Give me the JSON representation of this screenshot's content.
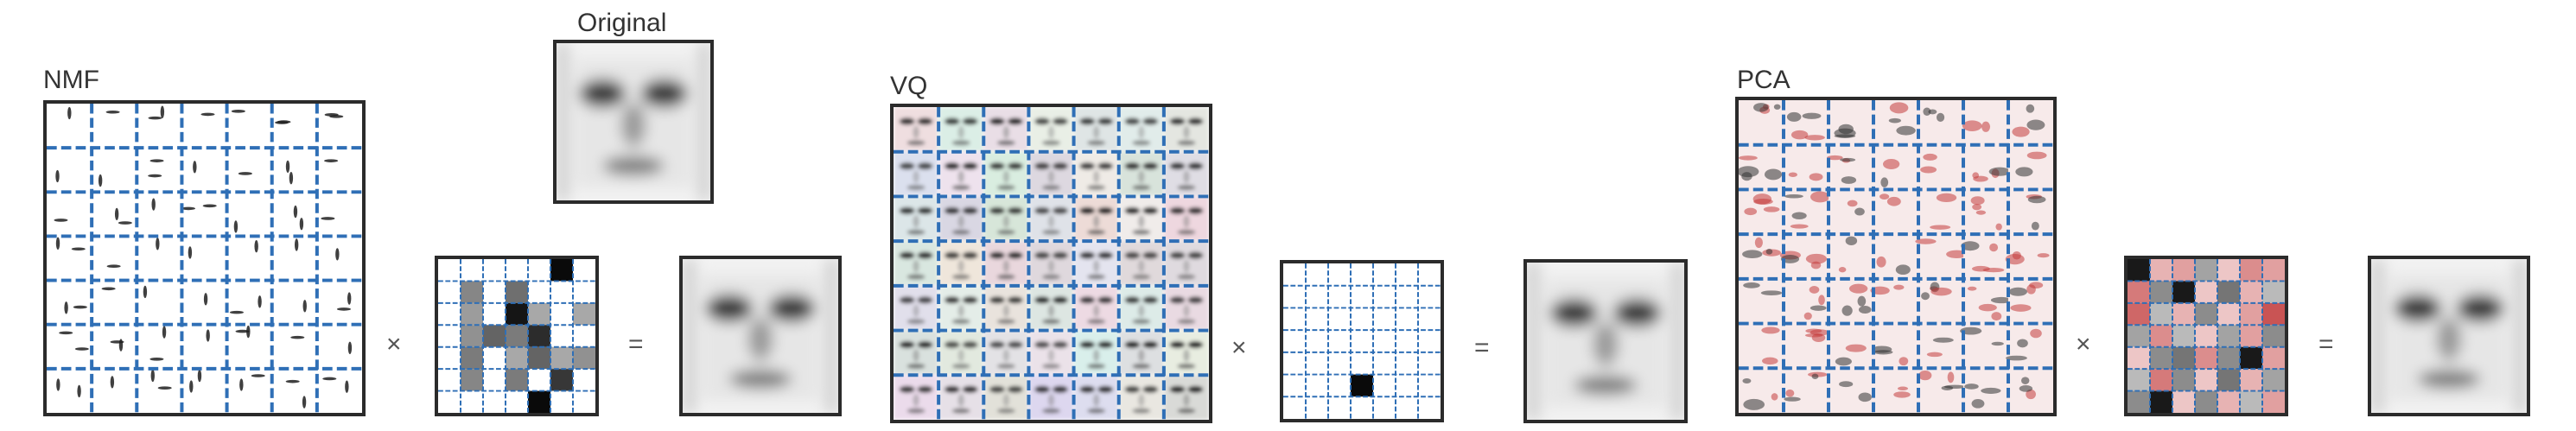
{
  "labels": {
    "nmf": "NMF",
    "original": "Original",
    "vq": "VQ",
    "pca": "PCA"
  },
  "operators": {
    "times": "×",
    "equals": "="
  },
  "grid": {
    "rows": 7,
    "cols": 7,
    "line_color": "#2f6fb6",
    "frame_color": "#2b2b2b"
  },
  "panels": {
    "nmf_basis": {
      "style": "sparse-parts"
    },
    "vq_basis": {
      "style": "whole-faces"
    },
    "pca_basis": {
      "style": "eigenfaces"
    },
    "nmf_encoding": {
      "values": [
        [
          0,
          0,
          0,
          0,
          0,
          1,
          0
        ],
        [
          0,
          0.45,
          0,
          0.55,
          0,
          0,
          0
        ],
        [
          0,
          0.35,
          0,
          0.95,
          0.3,
          0,
          0.3
        ],
        [
          0,
          0.4,
          0.6,
          0.5,
          0.85,
          0,
          0
        ],
        [
          0,
          0.5,
          0,
          0.3,
          0.6,
          0.3,
          0.4
        ],
        [
          0,
          0.45,
          0,
          0.5,
          0,
          0.8,
          0
        ],
        [
          0,
          0,
          0,
          0,
          1,
          0,
          0
        ]
      ]
    },
    "vq_encoding": {
      "values": [
        [
          0,
          0,
          0,
          0,
          0,
          0,
          0
        ],
        [
          0,
          0,
          0,
          0,
          0,
          0,
          0
        ],
        [
          0,
          0,
          0,
          0,
          0,
          0,
          0
        ],
        [
          0,
          0,
          0,
          0,
          0,
          0,
          0
        ],
        [
          0,
          0,
          0,
          0,
          0,
          0,
          0
        ],
        [
          0,
          0,
          0,
          1,
          0,
          0,
          0
        ],
        [
          0,
          0,
          0,
          0,
          0,
          0,
          0
        ]
      ]
    },
    "pca_encoding": {
      "values": [
        [
          1,
          -0.4,
          -0.5,
          0.4,
          -0.3,
          -0.6,
          -0.5
        ],
        [
          -0.7,
          0.5,
          1,
          -0.3,
          0.6,
          -0.4,
          0.3
        ],
        [
          -0.8,
          0.3,
          -0.4,
          0.5,
          -0.3,
          -0.5,
          -0.9
        ],
        [
          0.4,
          -0.6,
          0.3,
          -0.3,
          0.4,
          -0.5,
          0.5
        ],
        [
          -0.3,
          0.5,
          0.6,
          -0.6,
          0.5,
          1,
          -0.5
        ],
        [
          0.3,
          -0.7,
          0.5,
          -0.3,
          0.6,
          -0.4,
          0.4
        ],
        [
          0.5,
          1,
          -0.3,
          0.5,
          -0.4,
          0.3,
          -0.5
        ]
      ]
    }
  },
  "colors": {
    "positive": "#1a1a1a",
    "negative": "#c43c3c"
  }
}
